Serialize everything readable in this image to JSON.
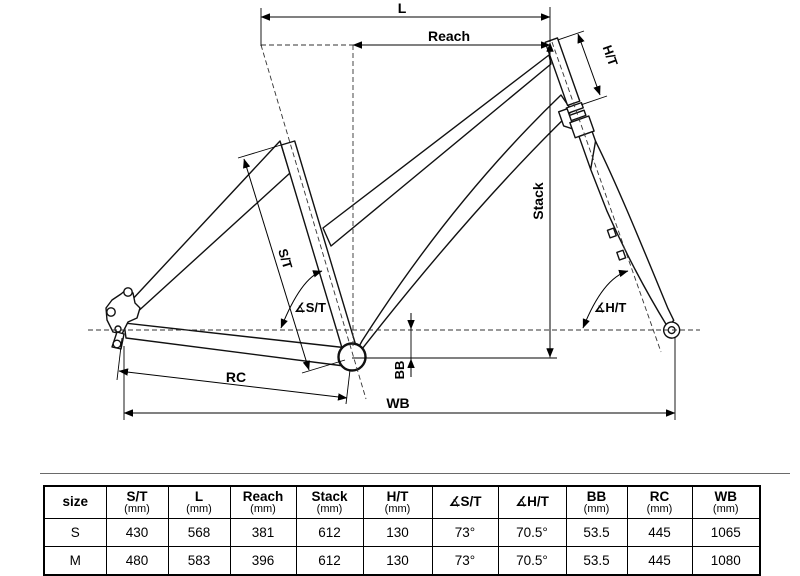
{
  "diagram": {
    "labels": {
      "l": "L",
      "reach": "Reach",
      "ht": "H/T",
      "stack": "Stack",
      "st": "S/T",
      "angle_st": "∡S/T",
      "angle_ht": "∡H/T",
      "bb": "BB",
      "rc": "RC",
      "wb": "WB"
    }
  },
  "table": {
    "columns": [
      {
        "label": "size",
        "unit": ""
      },
      {
        "label": "S/T",
        "unit": "(mm)"
      },
      {
        "label": "L",
        "unit": "(mm)"
      },
      {
        "label": "Reach",
        "unit": "(mm)"
      },
      {
        "label": "Stack",
        "unit": "(mm)"
      },
      {
        "label": "H/T",
        "unit": "(mm)"
      },
      {
        "label": "∡S/T",
        "unit": ""
      },
      {
        "label": "∡H/T",
        "unit": ""
      },
      {
        "label": "BB",
        "unit": "(mm)"
      },
      {
        "label": "RC",
        "unit": "(mm)"
      },
      {
        "label": "WB",
        "unit": "(mm)"
      }
    ],
    "rows": [
      {
        "cells": [
          "S",
          "430",
          "568",
          "381",
          "612",
          "130",
          "73°",
          "70.5°",
          "53.5",
          "445",
          "1065"
        ]
      },
      {
        "cells": [
          "M",
          "480",
          "583",
          "396",
          "612",
          "130",
          "73°",
          "70.5°",
          "53.5",
          "445",
          "1080"
        ]
      }
    ]
  }
}
